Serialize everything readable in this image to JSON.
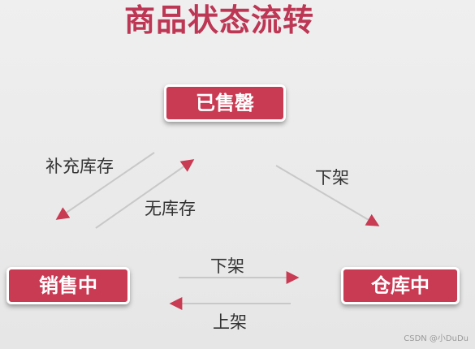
{
  "title": "商品状态流转",
  "states": {
    "sold_out": "已售罄",
    "on_sale": "销售中",
    "in_stock": "仓库中"
  },
  "transitions": {
    "restock": "补充库存",
    "no_stock": "无库存",
    "delist_sold_out": "下架",
    "delist_on_sale": "下架",
    "list": "上架"
  },
  "colors": {
    "accent": "#c93a53",
    "title": "#bd3654",
    "arrow_line": "#c8c8c8",
    "arrow_head": "#c93a53"
  },
  "watermark": "CSDN @小DuDu"
}
